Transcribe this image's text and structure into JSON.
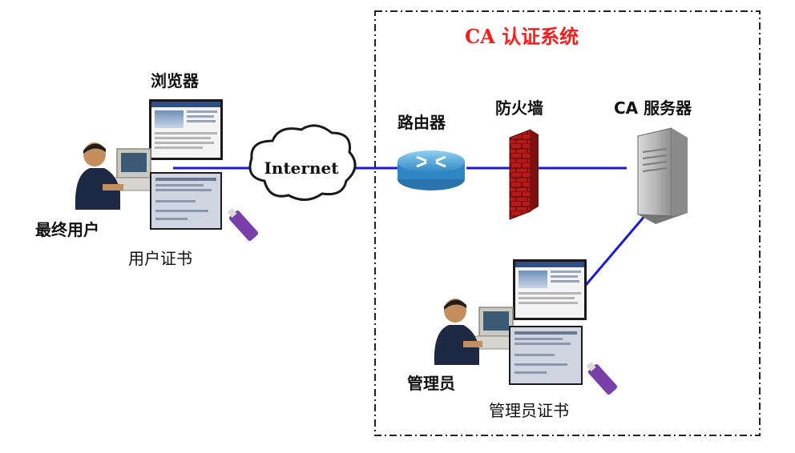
{
  "ca_system": {
    "title": "CA 认证系统",
    "title_color": "#ff1a1a"
  },
  "nodes": {
    "browser": {
      "label": "浏览器",
      "icon": "browser-window-icon"
    },
    "end_user": {
      "label": "最终用户",
      "icon": "user-at-computer-icon"
    },
    "user_cert": {
      "label": "用户证书",
      "icon": "certificate-icon"
    },
    "internet": {
      "label": "Internet",
      "icon": "cloud-icon"
    },
    "router": {
      "label": "路由器",
      "icon": "router-icon"
    },
    "firewall": {
      "label": "防火墙",
      "icon": "brick-firewall-icon"
    },
    "ca_server": {
      "label": "CA 服务器",
      "icon": "server-tower-icon"
    },
    "admin": {
      "label": "管理员",
      "icon": "user-at-computer-icon"
    },
    "admin_cert": {
      "label": "管理员证书",
      "icon": "certificate-icon"
    }
  },
  "colors": {
    "link_line": "#1a1adc",
    "boundary": "#222222",
    "router": "#3fa0d8",
    "firewall": "#b01818",
    "usb_key": "#7a3fa8"
  }
}
